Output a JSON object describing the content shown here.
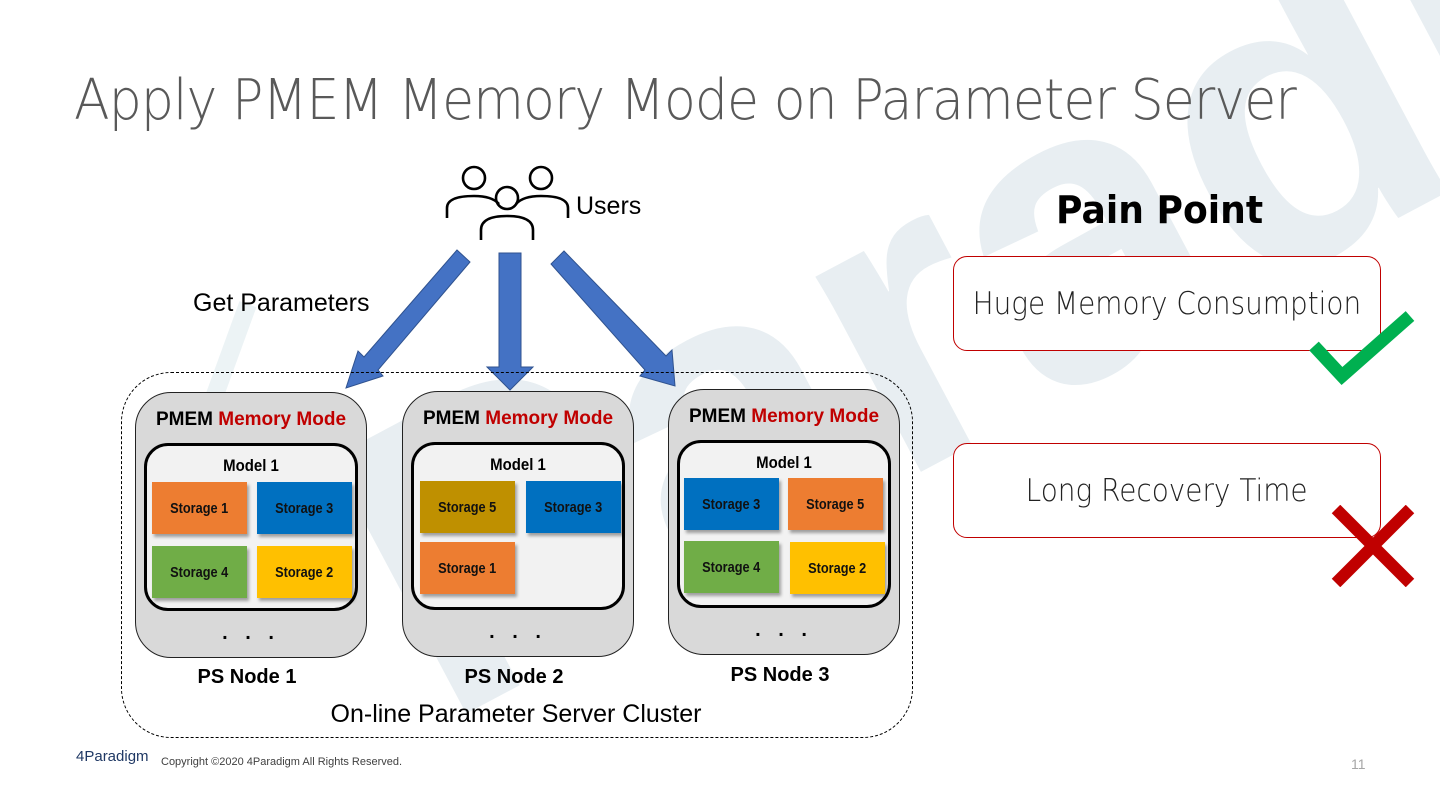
{
  "slide": {
    "title": "Apply PMEM Memory Mode on Parameter Server",
    "page_number": "11"
  },
  "diagram": {
    "users_label": "Users",
    "edge_label": "Get Parameters",
    "cluster_label": "On-line Parameter Server Cluster",
    "nodes": [
      {
        "label": "PS Node 1",
        "header_prefix": "PMEM",
        "header_accent": "Memory Mode",
        "model": "Model 1",
        "storages": [
          "Storage 1",
          "Storage 3",
          "Storage 4",
          "Storage 2"
        ],
        "more": ". . ."
      },
      {
        "label": "PS Node 2",
        "header_prefix": "PMEM",
        "header_accent": "Memory Mode",
        "model": "Model 1",
        "storages": [
          "Storage 5",
          "Storage 3",
          "Storage 1"
        ],
        "more": ". . ."
      },
      {
        "label": "PS Node 3",
        "header_prefix": "PMEM",
        "header_accent": "Memory Mode",
        "model": "Model 1",
        "storages": [
          "Storage 3",
          "Storage 5",
          "Storage 4",
          "Storage 2"
        ],
        "more": ". . ."
      }
    ],
    "storage_colors": {
      "Storage 1": "#ed7d31",
      "Storage 2": "#ffc000",
      "Storage 3": "#0070c0",
      "Storage 4": "#70ad47",
      "Storage 5": "#bf9000"
    },
    "arrow_color": "#4472c4",
    "accent_color": "#c00000"
  },
  "pain_points": {
    "title": "Pain Point",
    "items": [
      {
        "text": "Huge Memory Consumption",
        "status": "check-icon",
        "color": "#00b050"
      },
      {
        "text": "Long Recovery Time",
        "status": "cross-icon",
        "color": "#c00000"
      }
    ]
  },
  "footer": {
    "logo": "4Paradigm",
    "copyright": "Copyright ©2020 4Paradigm All Rights Reserved."
  }
}
